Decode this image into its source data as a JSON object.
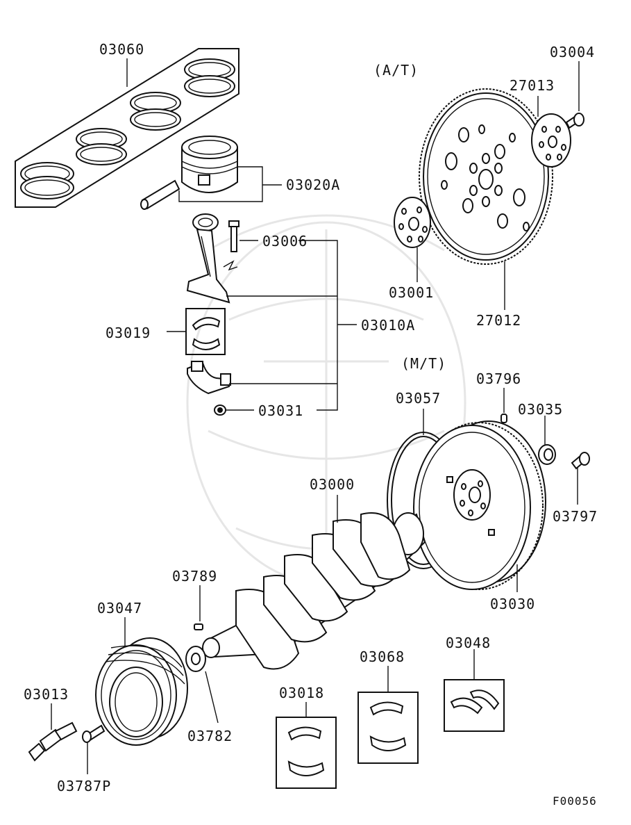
{
  "labels": {
    "piston_rings": "03060",
    "piston": "03020A",
    "conrod_bolt": "03006",
    "conrod_bearing": "03019",
    "conrod_assembly": "03010A",
    "conrod_nut": "03031",
    "at_heading": "(A/T)",
    "drive_plate_bolt": "03004",
    "adapter_plate": "27013",
    "drive_plate_spacer": "03001",
    "drive_plate": "27012",
    "mt_heading": "(M/T)",
    "pilot_pin": "03796",
    "ring_gear": "03057",
    "pilot_bearing": "03035",
    "flywheel_bolt": "03797",
    "crankshaft": "03000",
    "flywheel": "03030",
    "key": "03789",
    "damper_pulley": "03047",
    "pulley_bolt": "03013",
    "pulley_washer": "03782",
    "main_bearing_lower": "03018",
    "main_bearing_upper": "03068",
    "thrust_washer": "03048",
    "pulley_small_bolt": "03787P",
    "figure_code": "F00056"
  }
}
